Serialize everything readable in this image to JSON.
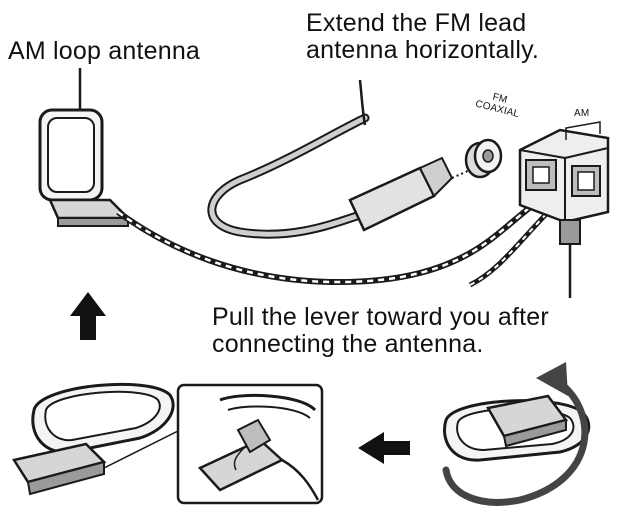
{
  "labels": {
    "am_loop_antenna": "AM loop antenna",
    "fm_instruction": [
      "Extend the FM lead",
      "antenna horizontally."
    ],
    "lever_instruction": [
      "Pull the lever toward you after",
      "connecting the antenna."
    ],
    "fm_coaxial": [
      "FM",
      "COAXIAL"
    ],
    "am_terminal": "AM"
  },
  "colors": {
    "line": "#1a1a1a",
    "fill_light": "#eeeeee",
    "fill_mid": "#d6d6d6",
    "fill_dark": "#9a9a9a",
    "arrow": "#111111"
  }
}
